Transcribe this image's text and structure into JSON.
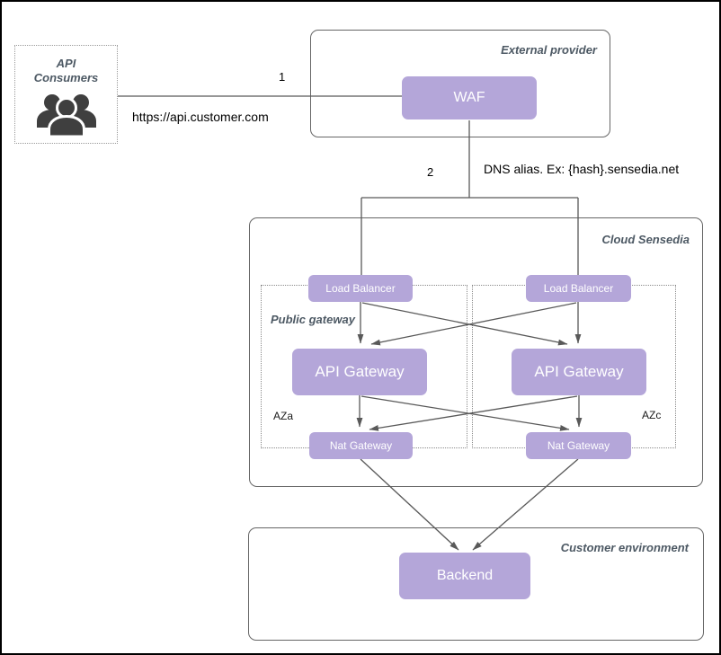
{
  "containers": {
    "api_consumers": {
      "label": "API Consumers"
    },
    "external_provider": {
      "label": "External provider"
    },
    "cloud_sensedia": {
      "label": "Cloud Sensedia"
    },
    "public_gateway": {
      "label": "Public gateway"
    },
    "az_a": {
      "label": "AZa"
    },
    "az_c": {
      "label": "AZc"
    },
    "customer_environment": {
      "label": "Customer environment"
    }
  },
  "nodes": {
    "waf": {
      "label": "WAF"
    },
    "load_balancer_left": {
      "label": "Load Balancer"
    },
    "load_balancer_right": {
      "label": "Load Balancer"
    },
    "api_gateway_left": {
      "label": "API Gateway"
    },
    "api_gateway_right": {
      "label": "API Gateway"
    },
    "nat_gateway_left": {
      "label": "Nat Gateway"
    },
    "nat_gateway_right": {
      "label": "Nat Gateway"
    },
    "backend": {
      "label": "Backend"
    }
  },
  "edge_labels": {
    "step_1": {
      "number": "1",
      "text": "https://api.customer.com"
    },
    "step_2": {
      "number": "2",
      "text": "DNS alias. Ex: {hash}.sensedia.net"
    }
  },
  "icons": {
    "people": "people-group-icon"
  },
  "colors": {
    "node_fill": "#b4a6d9",
    "node_text": "#ffffff",
    "connector": "#595959",
    "container_border": "#666666",
    "container_label": "#4d5964",
    "icon": "#3f3f3f",
    "frame": "#000000"
  }
}
